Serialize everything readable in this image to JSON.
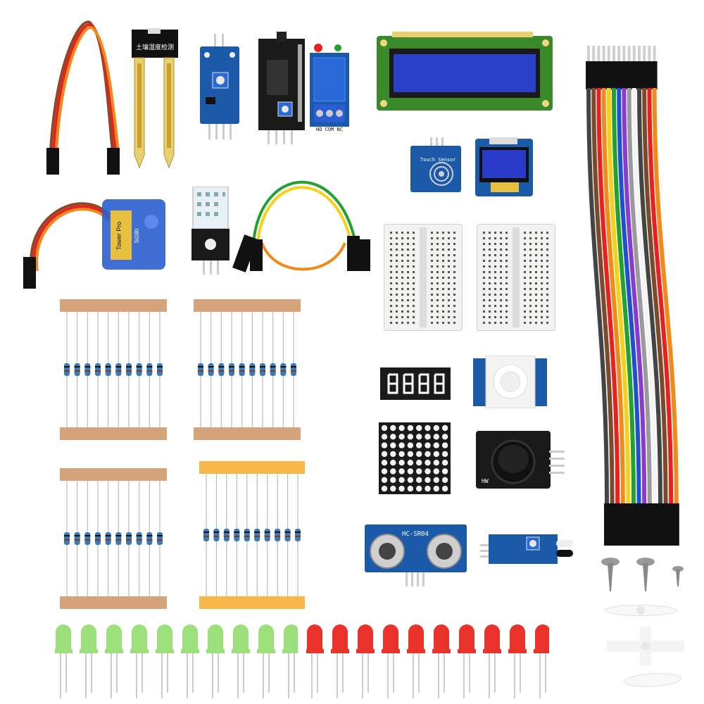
{
  "labels": {
    "soil_sensor_chinese": "土壤湿度检测",
    "servo_brand": "Tower Pro",
    "servo_model": "SG90",
    "touch_sensor": "Touch Sensor",
    "ultrasonic_model": "HC-SR04",
    "joystick_brand": "HW",
    "relay_pins": "NO COM NC"
  },
  "colors": {
    "pcb_blue": "#1a5aa8",
    "pcb_black": "#1a1a1a",
    "lcd_green": "#3a8a2a",
    "lcd_screen": "#2a40c8",
    "breadboard": "#f2f2f0",
    "resistor_tape": "#d6a47a",
    "orange_tape": "#f7b84a",
    "green_led": "#9be07a",
    "red_led": "#e8322a",
    "servo_blue": "#2a5ed0"
  },
  "counts": {
    "green_leds": 10,
    "red_leds": 10,
    "resistors_per_strip": 10,
    "jumper_wire_colors": [
      "#444444",
      "#7a4a2a",
      "#e82020",
      "#f28a1a",
      "#f2d21a",
      "#22a030",
      "#2050d0",
      "#8a3ad0",
      "#9a9a9a",
      "#f4f4f4"
    ]
  }
}
